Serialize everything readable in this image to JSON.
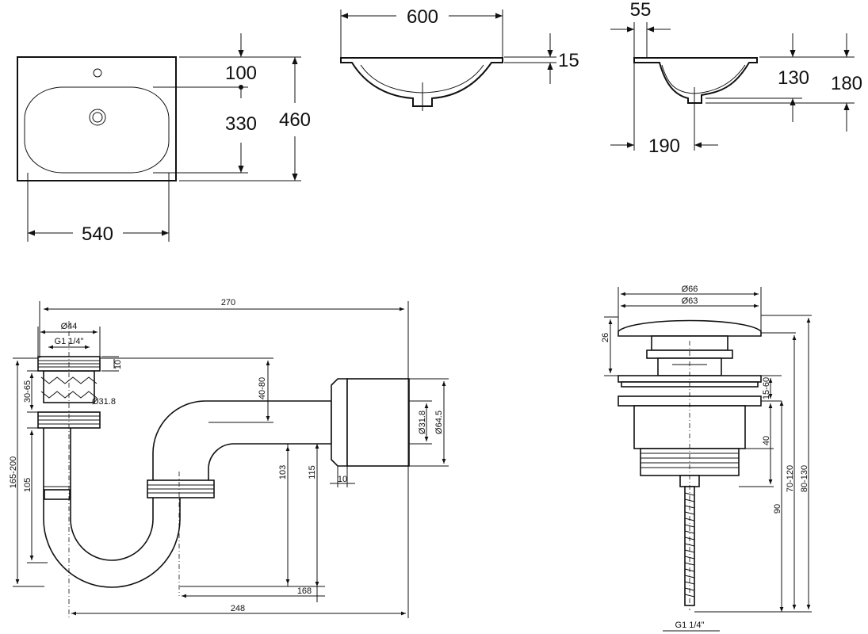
{
  "top_plan": {
    "d_width": "540",
    "d_depth": "460",
    "d_tap_offset": "100",
    "d_bowl": "330"
  },
  "top_front": {
    "d_width": "600",
    "d_rim": "15"
  },
  "top_side": {
    "d_rim_offset": "55",
    "d_waste": "190",
    "d_bowl_depth": "130",
    "d_total_depth": "180"
  },
  "siphon": {
    "d_length": "270",
    "d_diam_inlet": "Ø44",
    "d_thread": "G1 1/4\"",
    "d_top": "10",
    "d_adjust": "30-65",
    "d_diam_tube": "Ø31.8",
    "d_wall_adjust": "40-80",
    "d_diam_pipe": "Ø31.8",
    "d_diam_flange": "Ø64.5",
    "d_height_total": "165-200",
    "d_105": "105",
    "d_103": "103",
    "d_115": "115",
    "d_flange_thick": "10",
    "d_168": "168",
    "d_248": "248"
  },
  "valve": {
    "d_cap": "Ø66",
    "d_body": "Ø63",
    "d_cap_height": "26",
    "d_adjust": "15-60",
    "d_thread_len": "40",
    "d_range1": "70-120",
    "d_range2": "80-130",
    "d_rod": "90",
    "d_thread": "G1 1/4\""
  }
}
